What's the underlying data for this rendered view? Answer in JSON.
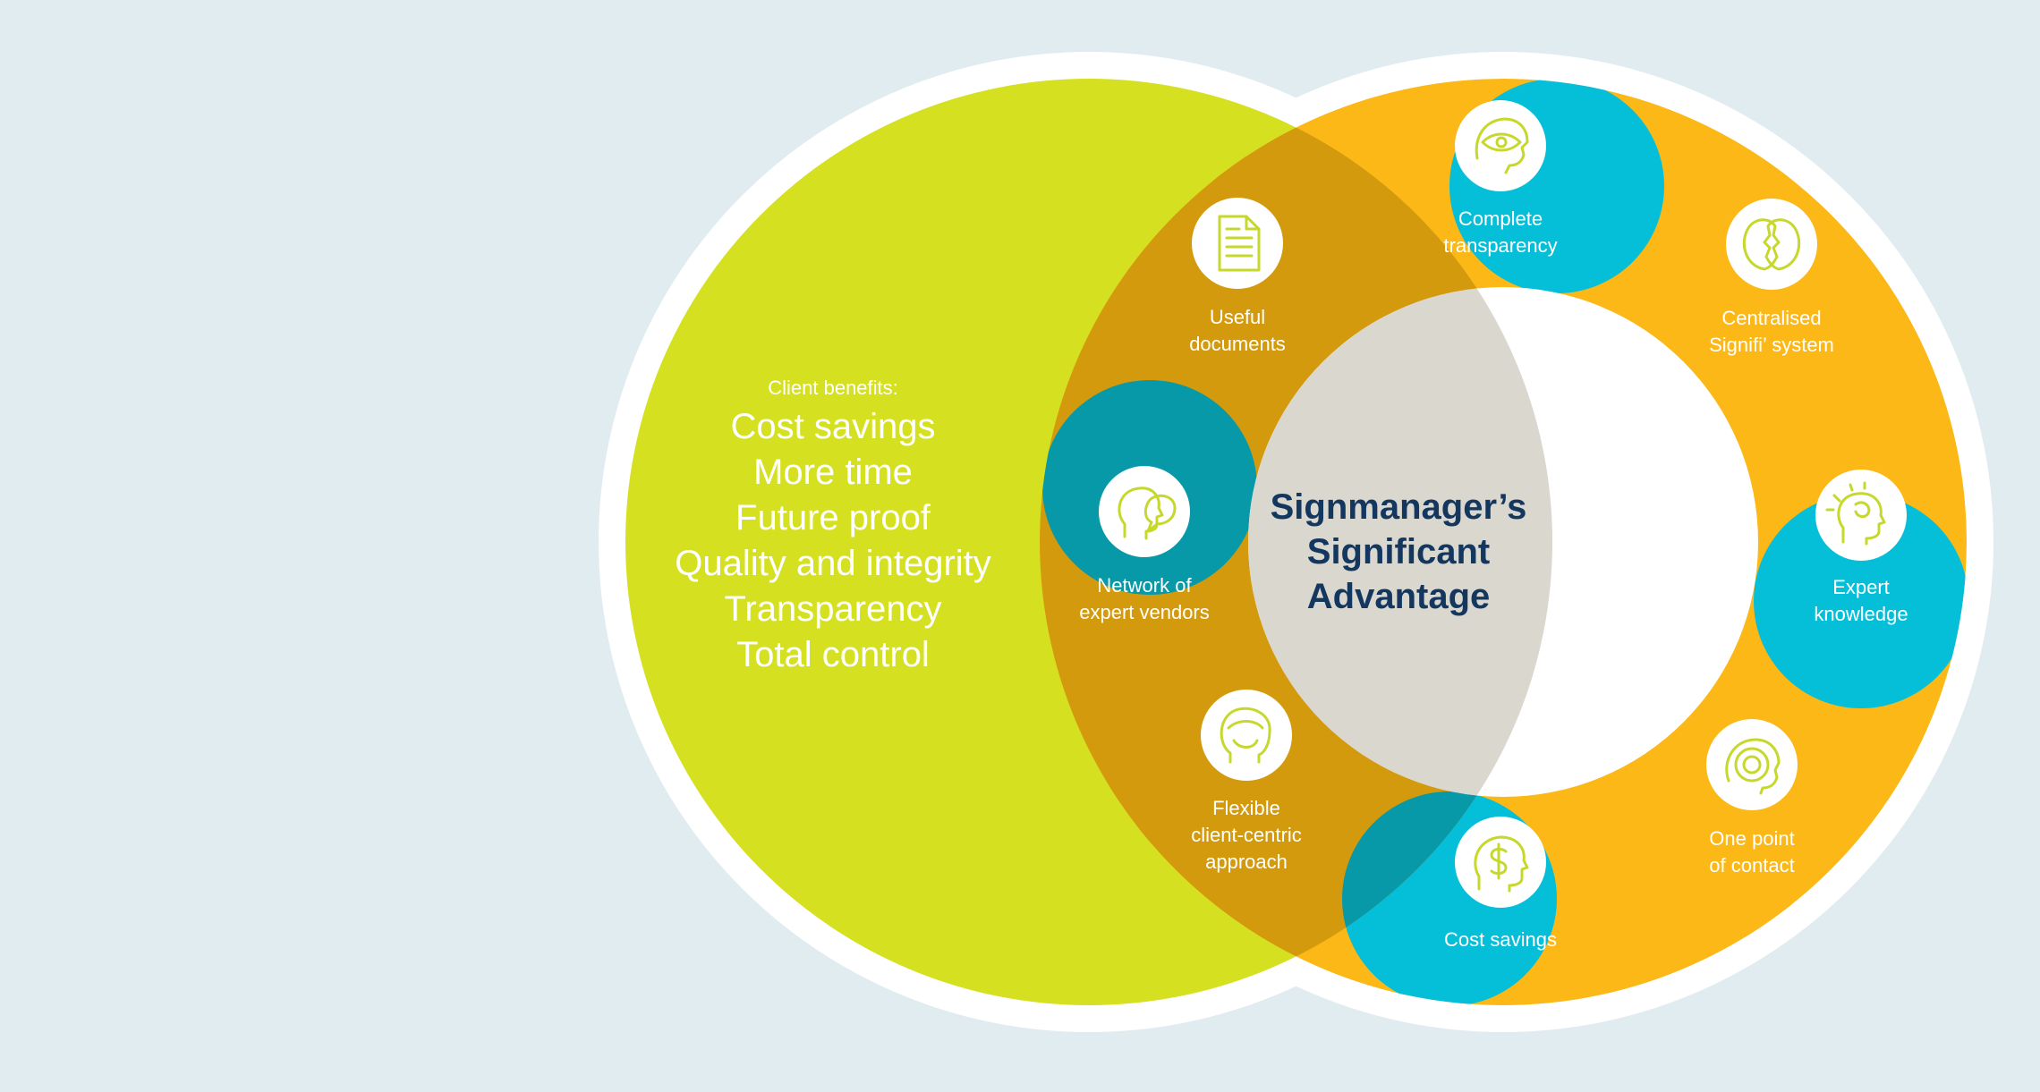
{
  "colors": {
    "background": "#e1ecf0",
    "left_circle": "#d5e021",
    "ring_blue": "#05bfd9",
    "ring_orange": "#fbb817",
    "overlap_blue": "#0799a8",
    "overlap_orange": "#d49a0e",
    "center_overlap": "#dad7cf",
    "center_title": "#13375f",
    "icon_stroke": "#c6d82b"
  },
  "client_benefits": {
    "heading": "Client benefits:",
    "items": [
      "Cost savings",
      "More time",
      "Future proof",
      "Quality and integrity",
      "Transparency",
      "Total control"
    ]
  },
  "center": {
    "lines": [
      "Signmanager’s",
      "Significant",
      "Advantage"
    ]
  },
  "features": [
    {
      "icon": "eye-head-icon",
      "lines": [
        "Complete",
        "transparency"
      ]
    },
    {
      "icon": "two-heads-icon",
      "lines": [
        "Centralised",
        "Signifi’ system"
      ]
    },
    {
      "icon": "idea-head-icon",
      "lines": [
        "Expert",
        "knowledge"
      ]
    },
    {
      "icon": "target-head-icon",
      "lines": [
        "One point",
        "of contact"
      ]
    },
    {
      "icon": "dollar-head-icon",
      "lines": [
        "Cost savings"
      ]
    },
    {
      "icon": "face-icon",
      "lines": [
        "Flexible",
        "client-centric",
        "approach"
      ]
    },
    {
      "icon": "speech-heads-icon",
      "lines": [
        "Network of",
        "expert vendors"
      ]
    },
    {
      "icon": "document-icon",
      "lines": [
        "Useful",
        "documents"
      ]
    }
  ]
}
